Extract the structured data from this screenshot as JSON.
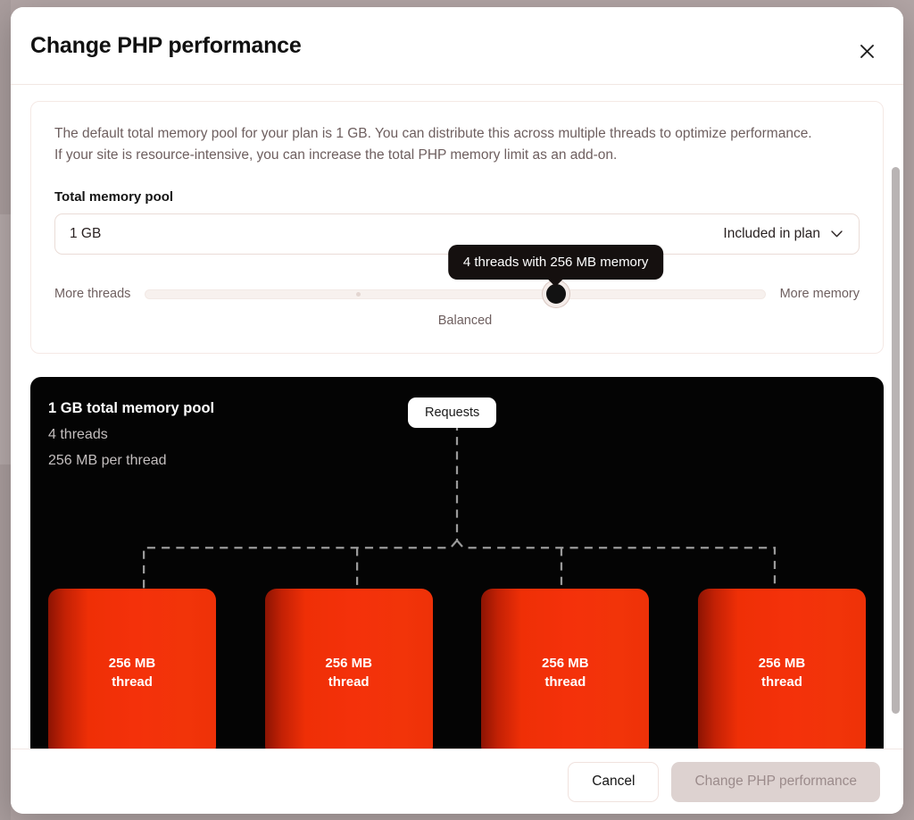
{
  "modal": {
    "title": "Change PHP performance",
    "close_icon": "close-icon"
  },
  "settings": {
    "description": "The default total memory pool for your plan is 1 GB. You can distribute this across multiple threads to optimize performance. If your site is resource-intensive, you can increase the total PHP memory limit as an add-on.",
    "memory_pool_label": "Total memory pool",
    "memory_pool_value": "1 GB",
    "plan_select_value": "Included in plan",
    "plan_select_icon": "chevron-down-icon"
  },
  "slider": {
    "left_label": "More threads",
    "right_label": "More memory",
    "sub_label": "Balanced",
    "tooltip": "4 threads with 256 MB memory",
    "value_percent": 66,
    "tick_percent": 34
  },
  "visualization": {
    "total_pool": "1 GB total memory pool",
    "thread_count": "4 threads",
    "per_thread": "256 MB per thread",
    "requests_label": "Requests",
    "threads": [
      {
        "size": "256 MB",
        "unit": "thread"
      },
      {
        "size": "256 MB",
        "unit": "thread"
      },
      {
        "size": "256 MB",
        "unit": "thread"
      },
      {
        "size": "256 MB",
        "unit": "thread"
      }
    ]
  },
  "footer": {
    "cancel_label": "Cancel",
    "submit_label": "Change PHP performance"
  },
  "colors": {
    "page_background": "#b2a5a5",
    "thread_red": "#f4310a",
    "viz_background": "#040404",
    "accent_border": "#f2e7e3"
  }
}
